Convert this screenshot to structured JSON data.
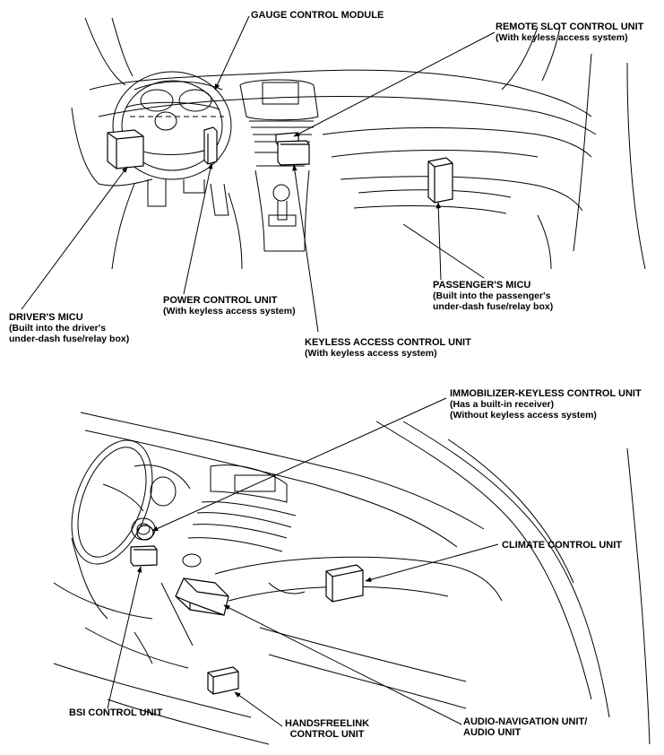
{
  "labels": {
    "gauge": {
      "title": "GAUGE CONTROL MODULE"
    },
    "remote_slot": {
      "title": "REMOTE SLOT CONTROL UNIT",
      "note": "(With keyless access system)"
    },
    "passenger_micu": {
      "title": "PASSENGER'S MICU",
      "note1": "(Built into the passenger's",
      "note2": "under-dash fuse/relay box)"
    },
    "power_control": {
      "title": "POWER CONTROL UNIT",
      "note": "(With keyless access system)"
    },
    "driver_micu": {
      "title": "DRIVER'S MICU",
      "note1": "(Built into the driver's",
      "note2": "under-dash fuse/relay box)"
    },
    "keyless_access": {
      "title": "KEYLESS ACCESS CONTROL UNIT",
      "note": "(With keyless access system)"
    },
    "immobilizer": {
      "title": "IMMOBILIZER-KEYLESS CONTROL UNIT",
      "note1": "(Has a built-in receiver)",
      "note2": "(Without keyless access system)"
    },
    "climate": {
      "title": "CLIMATE CONTROL UNIT"
    },
    "bsi": {
      "title": "BSI CONTROL UNIT"
    },
    "handsfreelink": {
      "line1": "HANDSFREELINK",
      "line2": "CONTROL UNIT"
    },
    "audio_nav": {
      "line1": "AUDIO-NAVIGATION UNIT/",
      "line2": "AUDIO UNIT"
    }
  }
}
